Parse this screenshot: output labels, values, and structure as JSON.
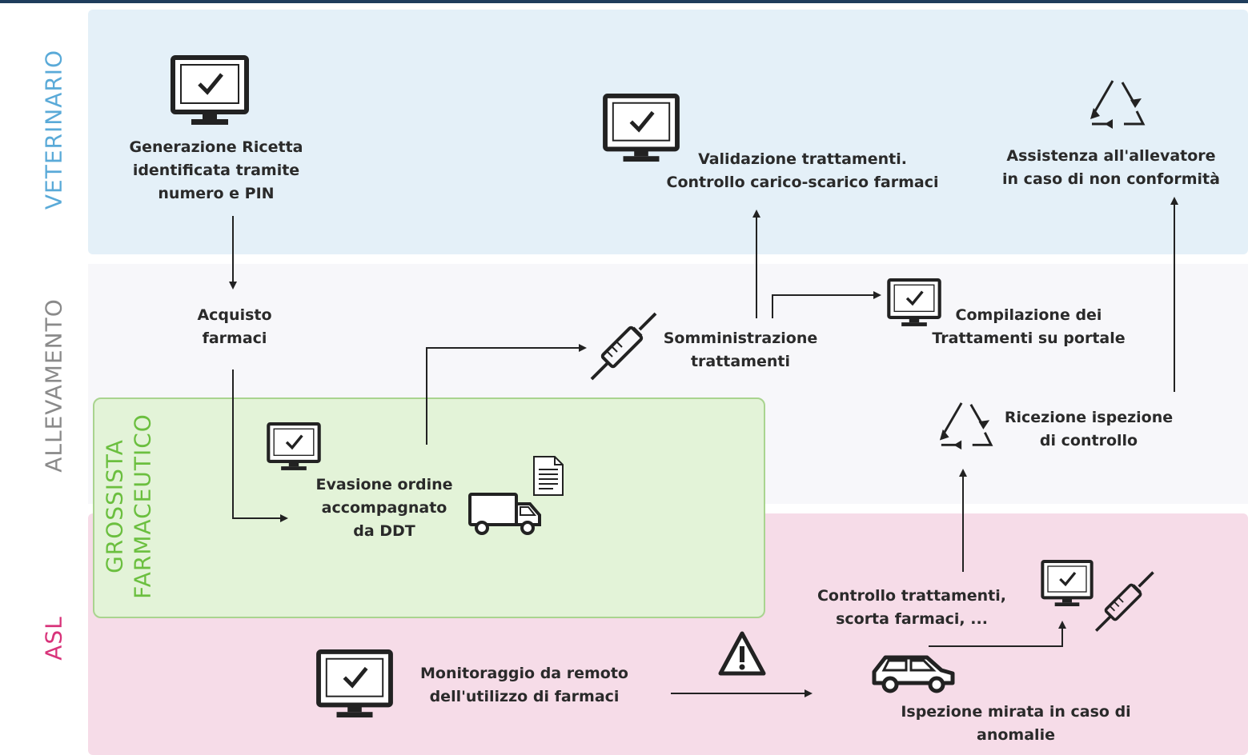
{
  "lanes": {
    "veterinario": "VETERINARIO",
    "allevamento": "ALLEVAMENTO",
    "grossista_line1": "GROSSISTA",
    "grossista_line2": "FARMACEUTICO",
    "asl": "ASL"
  },
  "steps": {
    "generazione": [
      "Generazione Ricetta",
      "identificata tramite",
      "numero e PIN"
    ],
    "validazione": [
      "Validazione trattamenti.",
      "Controllo carico-scarico farmaci"
    ],
    "assistenza": [
      "Assistenza all'allevatore",
      "in caso di non conformità"
    ],
    "acquisto": [
      "Acquisto",
      "farmaci"
    ],
    "somministrazione": [
      "Somministrazione",
      "trattamenti"
    ],
    "compilazione": [
      "Compilazione dei",
      "Trattamenti su portale"
    ],
    "ricezione": [
      "Ricezione ispezione",
      "di controllo"
    ],
    "evasione": [
      "Evasione ordine",
      "accompagnato",
      "da DDT"
    ],
    "controllo": [
      "Controllo trattamenti,",
      "scorta farmaci, ..."
    ],
    "monitoraggio": [
      "Monitoraggio da remoto",
      "dell'utilizzo di farmaci"
    ],
    "ispezione": [
      "Ispezione mirata in caso di",
      "anomalie"
    ]
  },
  "icons": [
    "monitor-check-icon",
    "recycle-icon",
    "syringe-icon",
    "document-icon",
    "truck-icon",
    "warning-icon",
    "car-icon"
  ],
  "colors": {
    "top_rule": "#1f3d5c",
    "veterinario_bg": "#e4f0f8",
    "veterinario_label": "#5aaad8",
    "allevamento_bg": "#f7f7fa",
    "allevamento_label": "#8a8a8a",
    "grossista_bg": "#e3f3d8",
    "grossista_border": "#a9d48f",
    "grossista_label": "#6bbf3f",
    "asl_bg": "#f6dce8",
    "asl_label": "#d8337a",
    "ink": "#2a2a2a"
  }
}
